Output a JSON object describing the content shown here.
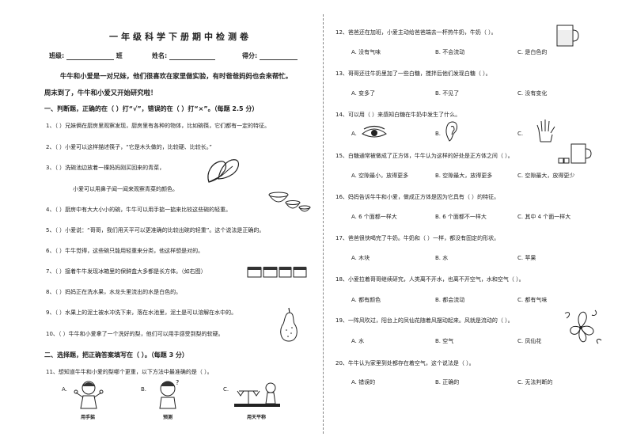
{
  "title": "一年级科学下册期中检测卷",
  "header": {
    "class_label": "班级:",
    "class_suffix": "班",
    "name_label": "姓名:",
    "score_label": "得分:"
  },
  "intro": [
    "牛牛和小爱是一对兄妹，他们很喜欢在家里做实验，有时爸爸妈妈也会来帮忙。",
    "周末到了，牛牛和小爱又开始研究啦！"
  ],
  "section1": {
    "heading": "一、判断题，正确的在（     ）打“√”，错误的在（     ）打“×”。（每题 2.5 分）",
    "items": [
      "1、（      ）兄妹俩在厨房里观察发现，厨房里有各种的物体，比如碗筷，它们都有一定的特征。",
      "2、（      ）小爱可以这样描述筷子，“它是木头做的，比较硬、比较长。”",
      "3、（      ）洗碗池边放着一棵妈妈刚买回来的青菜，",
      "小爱可以用鼻子闻一闻来观察青菜的颜色。",
      "4、（      ）厨房中有大大小小的碗，牛牛可以用手掂一掂来比较这些碗的轻重。",
      "5、（      ）小爱说：“哥哥，我们用天平可以更准确的比较出碗的轻重”。这个说法是正确的。",
      "6、（      ）牛牛觉得，这些碗只能用轻重来分类，他这样想是对的。",
      "7、（      ）接着牛牛发现冰箱里的保鲜盒大多都是长方体。（如右图）",
      "8、（      ）妈妈正在洗水果，水龙头里流出的水是白色的。",
      "9、（      ）水果上的泥土被水冲洗下来，落在水池里，泥土是可以溶解在水中的。",
      "10、（      ）牛牛和小爱拿了一个洗好的梨，他们可以用手感受到梨的软硬。"
    ]
  },
  "section2": {
    "heading": "二、选择题，把正确答案填写在（   ）。（每题 3 分）",
    "q11": {
      "text": "11、想知道牛牛和小爱的梨哪个更重，以下方法中最准确的是（     ）。",
      "opts": [
        "A.",
        "B.",
        "C."
      ],
      "captions": [
        "用手掂",
        "预测",
        "用天平称"
      ]
    }
  },
  "right": [
    {
      "q": "12、爸爸还在加班，小爱主动给爸爸端去一杯热牛奶，牛奶（       ）。",
      "opts": [
        "A. 没有气味",
        "B. 不会流动",
        "C. 是白色的"
      ]
    },
    {
      "q": "13、哥哥还往牛奶里加了一些白糖，搅拌后他们发现白糖（       ）。",
      "opts": [
        "A. 变多了",
        "B. 不见了",
        "C. 没有变化"
      ]
    },
    {
      "q": "14、可以用（      ）来感知白糖在牛奶中发生了什么。",
      "opts": [
        "A.",
        "B.",
        "C."
      ]
    },
    {
      "q": "15、白糖通常被做成了正方体，牛牛认为这样的好处是正方体之间（       ）。",
      "opts": [
        "A. 空隙最小，放得更多",
        "B. 空隙最大，放得更多",
        "C. 空隙最大，放得更少"
      ]
    },
    {
      "q": "16、妈妈告诉牛牛和小爱，做成正方体是因为它具有（       ）的特征。",
      "opts": [
        "A. 6 个面都一样大",
        "B. 6 个面都不一样大",
        "C. 其中 4 个面一样大"
      ]
    },
    {
      "q": "17、爸爸很快喝完了牛奶。牛奶和（       ）一样，都没有固定的形状。",
      "opts": [
        "A. 木块",
        "B. 水",
        "C. 苹果"
      ]
    },
    {
      "q": "18、小爱拉着哥哥继续研究，人类离不开水，也离不开空气，水和空气（       ）。",
      "opts": [
        "A. 都有颜色",
        "B. 都会流动",
        "C. 都有气味"
      ]
    },
    {
      "q": "19、一阵风吹过，阳台上的凤仙花随着风摆动起来。风就是流动的（       ）。",
      "opts": [
        "A. 水",
        "B. 空气",
        "C. 凤仙花"
      ]
    },
    {
      "q": "20、牛牛认为家里到处都存在着空气，这个说法是（       ）。",
      "opts": [
        "A. 错误的",
        "B. 正确的",
        "C. 无法判断的"
      ]
    }
  ]
}
